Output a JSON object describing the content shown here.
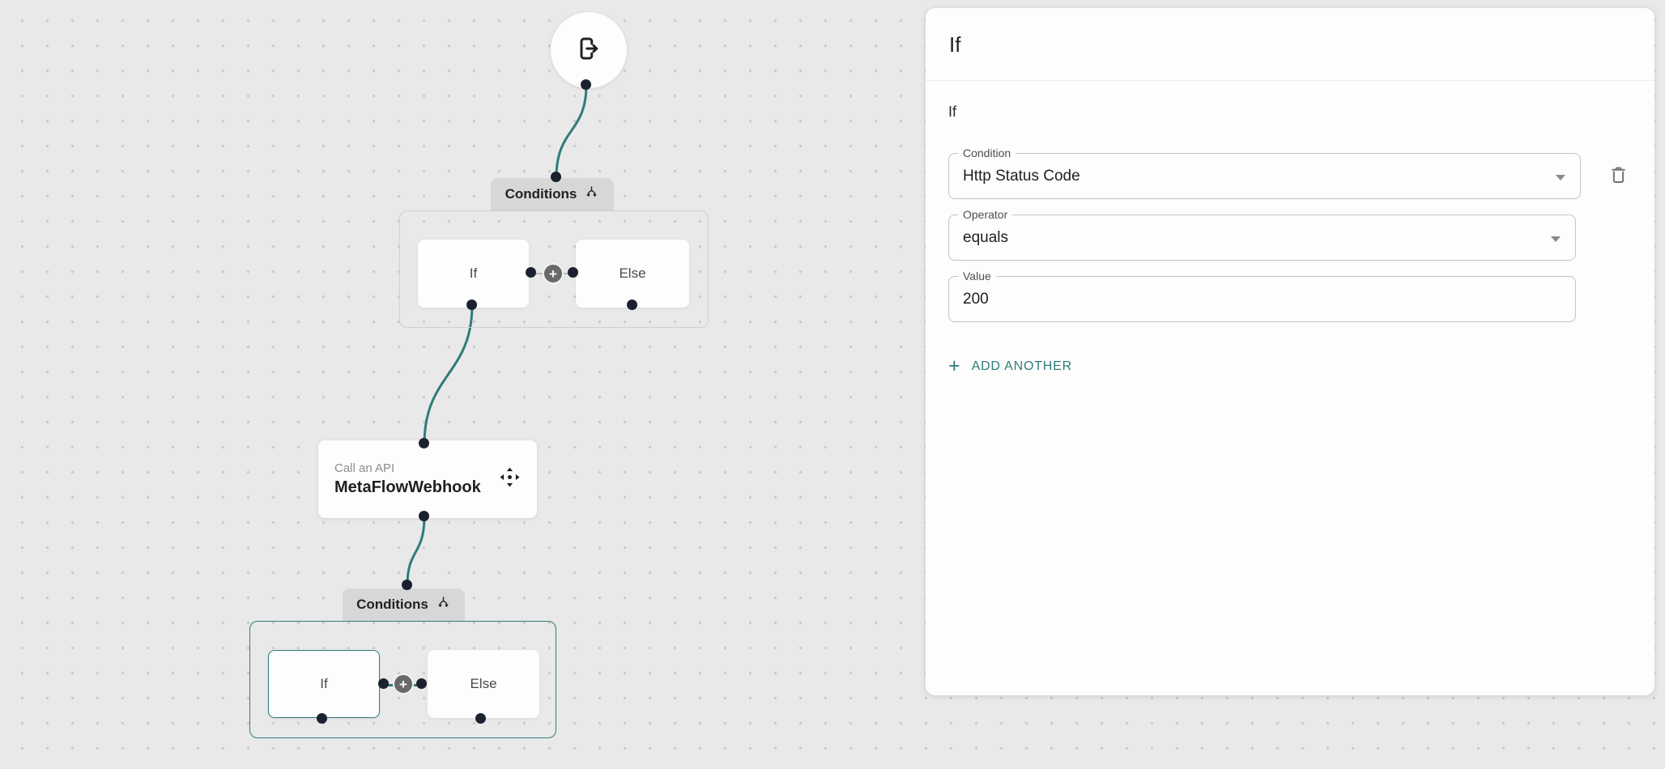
{
  "colors": {
    "accent": "#2e7d79",
    "port_dot": "#1c2130",
    "canvas_bg": "#e9e9e9",
    "panel_bg": "#fdfdfd"
  },
  "canvas": {
    "start_node": {
      "icon": "exit-icon"
    },
    "groups": [
      {
        "badge_label": "Conditions",
        "badge_icon": "branch-icon",
        "if_label": "If",
        "else_label": "Else",
        "plus_label": "+",
        "selected": false
      },
      {
        "badge_label": "Conditions",
        "badge_icon": "branch-icon",
        "if_label": "If",
        "else_label": "Else",
        "plus_label": "+",
        "selected": true
      }
    ],
    "api_node": {
      "type_label": "Call an API",
      "name": "MetaFlowWebhook",
      "icon": "move-icon"
    }
  },
  "panel": {
    "title": "If",
    "section_label": "If",
    "fields": {
      "condition": {
        "label": "Condition",
        "value": "Http Status Code"
      },
      "operator": {
        "label": "Operator",
        "value": "equals"
      },
      "value": {
        "label": "Value",
        "value": "200"
      }
    },
    "add_another": {
      "plus": "+",
      "label": "ADD ANOTHER"
    },
    "delete_icon": "trash-icon"
  }
}
